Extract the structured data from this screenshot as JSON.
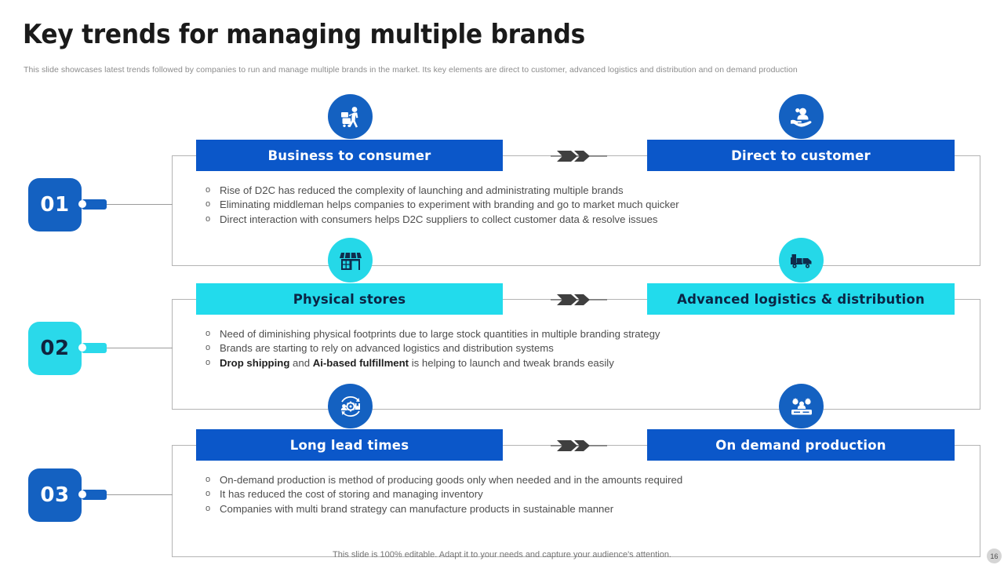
{
  "header": {
    "title": "Key trends for managing multiple brands",
    "subtitle": "This slide showcases latest trends followed by companies to run and manage multiple brands in the market. Its key elements are direct to customer, advanced logistics and distribution and on demand production"
  },
  "colors": {
    "blue": "#0b57c9",
    "blue_icon": "#1461c1",
    "cyan": "#22dbec",
    "cyan_icon": "#25d8e8",
    "arrow": "#3f3f3f",
    "border": "#b4b4b4",
    "body_text": "#4d4d4d"
  },
  "bullet_marker": "o",
  "rows": [
    {
      "number": "01",
      "theme": "blue",
      "left_title": "Business to consumer",
      "right_title": "Direct to customer",
      "left_icon": "shopping-cart-person-icon",
      "right_icon": "hand-holding-customer-icon",
      "arrow_icon": "arrow-right-icon",
      "bullets": [
        "Rise of D2C has reduced the complexity of launching and administrating multiple brands",
        "Eliminating middleman helps companies to experiment with branding and go to market much quicker",
        "Direct interaction with consumers helps D2C suppliers to collect customer data & resolve issues"
      ],
      "bullets_html": [
        "Rise of D2C has reduced the complexity of launching and administrating multiple brands",
        "Eliminating middleman helps companies to experiment with branding and go to market much quicker",
        "Direct interaction with consumers helps D2C suppliers to collect customer data &amp; resolve issues"
      ]
    },
    {
      "number": "02",
      "theme": "cyan",
      "left_title": "Physical stores",
      "right_title": "Advanced logistics & distribution",
      "left_icon": "storefront-icon",
      "right_icon": "delivery-truck-icon",
      "arrow_icon": "arrow-right-icon",
      "bullets": [
        "Need of diminishing physical footprints due to large stock quantities in multiple branding strategy",
        "Brands are starting to rely on advanced logistics and distribution systems",
        "Drop shipping and Ai-based fulfillment is helping to launch and tweak brands easily"
      ],
      "bullets_html": [
        "Need of diminishing physical footprints due to large stock quantities in multiple branding strategy",
        "Brands are starting to rely on advanced logistics and distribution systems",
        "<b>Drop shipping</b> and <b>Ai-based fulfillment</b> is helping to launch and tweak brands easily"
      ]
    },
    {
      "number": "03",
      "theme": "blue",
      "left_title": "Long lead times",
      "right_title": "On demand production",
      "left_icon": "process-cycle-icon",
      "right_icon": "factory-production-icon",
      "arrow_icon": "arrow-right-icon",
      "bullets": [
        "On-demand production is method of producing goods only when needed and in the amounts required",
        "It has reduced the cost of storing and managing inventory",
        "Companies with multi brand strategy can manufacture products in sustainable manner"
      ],
      "bullets_html": [
        "On-demand production is method of producing goods only when needed and in the amounts required",
        "It has reduced the cost of storing and managing inventory",
        "Companies with multi brand strategy can manufacture products in sustainable manner"
      ]
    }
  ],
  "footer": {
    "note": "This slide is 100% editable. Adapt it to your needs and capture your audience's attention.",
    "page_number": "16"
  }
}
